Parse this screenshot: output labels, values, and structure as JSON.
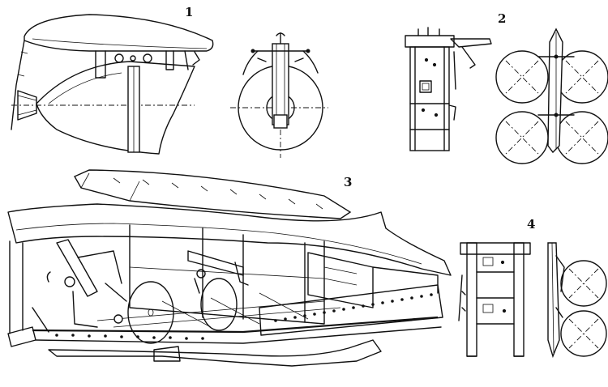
{
  "figure_labels": {
    "fig1": "1",
    "fig2": "2",
    "fig3": "3",
    "fig4": "4"
  },
  "colors": {
    "ink": "#111111",
    "paper": "#ffffff"
  }
}
